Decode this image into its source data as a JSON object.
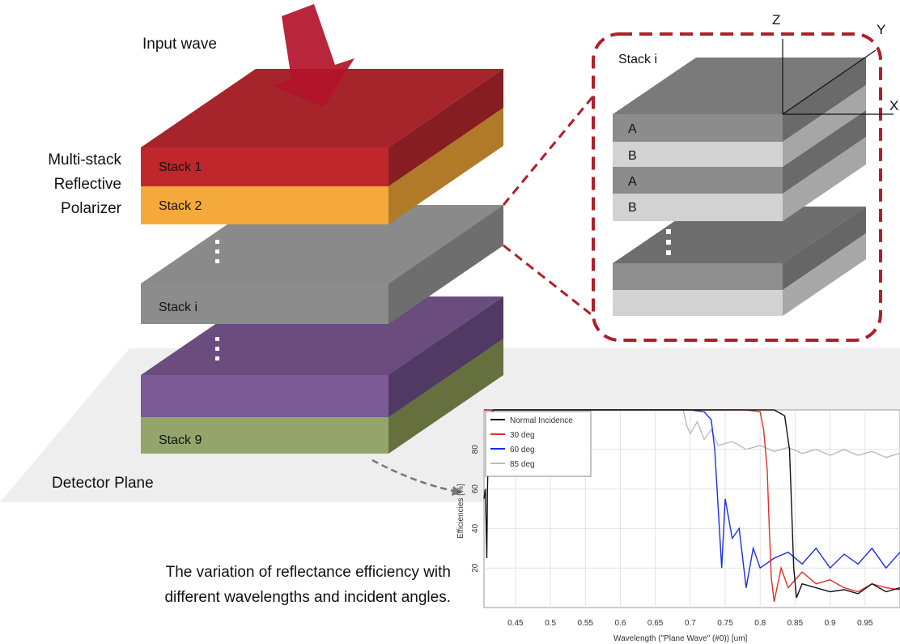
{
  "labels": {
    "input_wave": "Input wave",
    "polarizer": [
      "Multi-stack",
      "Reflective",
      "Polarizer"
    ],
    "detector_plane": "Detector Plane",
    "caption": [
      "The variation of reflectance efficiency with",
      "different wavelengths and incident angles."
    ]
  },
  "stacks": {
    "stack1": "Stack 1",
    "stack2": "Stack 2",
    "stacki": "Stack i",
    "stack9": "Stack 9"
  },
  "inset": {
    "title": "Stack i",
    "layers": [
      "A",
      "B",
      "A",
      "B"
    ],
    "axes": {
      "z": "Z",
      "y": "Y",
      "x": "X"
    }
  },
  "colors": {
    "stack1": "#c0272d",
    "stack2": "#f5a93a",
    "stack_grey": "#8c8c8c",
    "stack_purple": "#7c5a96",
    "stack9": "#93a56a",
    "arrow": "#b3122a",
    "dashed": "#b01f2b"
  },
  "chart_data": {
    "type": "line",
    "xlabel": "Wavelength (\"Plane Wave\" (#0)) [um]",
    "ylabel": "Efficiencies [%]",
    "xlim": [
      0.405,
      1.0
    ],
    "ylim": [
      0,
      100
    ],
    "xticks": [
      "0.45",
      "0.5",
      "0.55",
      "0.6",
      "0.65",
      "0.7",
      "0.75",
      "0.8",
      "0.85",
      "0.9",
      "0.95"
    ],
    "yticks": [
      "20",
      "40",
      "60",
      "80"
    ],
    "grid": true,
    "legend_position": "top-left",
    "series": [
      {
        "name": "Normal Incidence",
        "color": "#111111",
        "x": [
          0.405,
          0.407,
          0.409,
          0.41,
          0.412,
          0.415,
          0.42,
          0.5,
          0.6,
          0.7,
          0.8,
          0.82,
          0.835,
          0.842,
          0.845,
          0.848,
          0.852,
          0.86,
          0.88,
          0.9,
          0.92,
          0.94,
          0.96,
          0.98,
          1.0
        ],
        "y": [
          55,
          60,
          25,
          60,
          90,
          99,
          100,
          100,
          100,
          100,
          100,
          100,
          97,
          80,
          50,
          20,
          5,
          12,
          10,
          8,
          9,
          7,
          12,
          8,
          10
        ]
      },
      {
        "name": "30 deg",
        "color": "#e0302a",
        "x": [
          0.405,
          0.5,
          0.6,
          0.7,
          0.78,
          0.8,
          0.805,
          0.81,
          0.813,
          0.816,
          0.82,
          0.83,
          0.84,
          0.86,
          0.88,
          0.9,
          0.92,
          0.94,
          0.96,
          0.98,
          1.0
        ],
        "y": [
          100,
          100,
          100,
          100,
          100,
          99,
          90,
          70,
          40,
          15,
          3,
          20,
          10,
          18,
          12,
          14,
          10,
          8,
          12,
          10,
          9
        ]
      },
      {
        "name": "60 deg",
        "color": "#1a2ee8",
        "x": [
          0.405,
          0.6,
          0.7,
          0.72,
          0.73,
          0.735,
          0.74,
          0.745,
          0.75,
          0.76,
          0.77,
          0.78,
          0.79,
          0.8,
          0.82,
          0.84,
          0.86,
          0.88,
          0.9,
          0.92,
          0.94,
          0.96,
          0.98,
          1.0
        ],
        "y": [
          100,
          100,
          100,
          99,
          95,
          80,
          50,
          20,
          55,
          35,
          40,
          10,
          30,
          20,
          25,
          28,
          22,
          30,
          20,
          27,
          22,
          30,
          20,
          28
        ]
      },
      {
        "name": "85 deg",
        "color": "#bbbbbb",
        "x": [
          0.405,
          0.6,
          0.69,
          0.695,
          0.7,
          0.71,
          0.72,
          0.73,
          0.74,
          0.76,
          0.78,
          0.8,
          0.82,
          0.84,
          0.86,
          0.88,
          0.9,
          0.92,
          0.94,
          0.96,
          0.98,
          1.0
        ],
        "y": [
          100,
          100,
          100,
          92,
          88,
          94,
          85,
          90,
          82,
          84,
          80,
          82,
          79,
          81,
          78,
          80,
          77,
          80,
          77,
          79,
          76,
          78
        ]
      }
    ]
  }
}
